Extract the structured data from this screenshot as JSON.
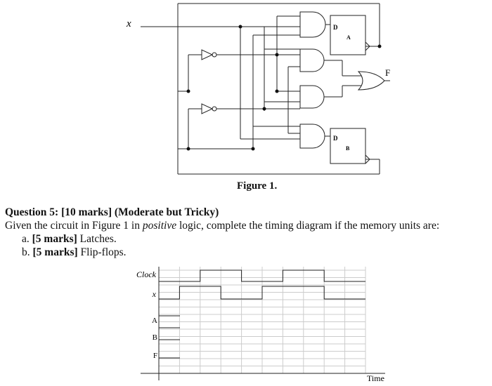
{
  "figure": {
    "input_label": "x",
    "output_label": "F",
    "memory_a": {
      "d_label": "D",
      "name": "A"
    },
    "memory_b": {
      "d_label": "D",
      "name": "B"
    },
    "caption": "Figure 1."
  },
  "question": {
    "title": "Question 5: [10 marks] (Moderate but Tricky)",
    "intro_before": "Given the circuit in Figure 1 in ",
    "intro_emph": "positive",
    "intro_after": " logic, complete the timing diagram if the memory units are:",
    "items": [
      {
        "letter": "a.",
        "marks": "[5 marks]",
        "text": " Latches."
      },
      {
        "letter": "b.",
        "marks": "[5 marks]",
        "text": " Flip-flops."
      }
    ]
  },
  "timing": {
    "signals": [
      "Clock",
      "x",
      "A",
      "B",
      "F"
    ],
    "time_label": "Time",
    "columns": 10,
    "clock": [
      0,
      0,
      1,
      1,
      0,
      0,
      1,
      1,
      0,
      0
    ],
    "x": [
      0,
      1,
      1,
      0,
      0,
      1,
      1,
      1,
      0,
      0
    ]
  }
}
